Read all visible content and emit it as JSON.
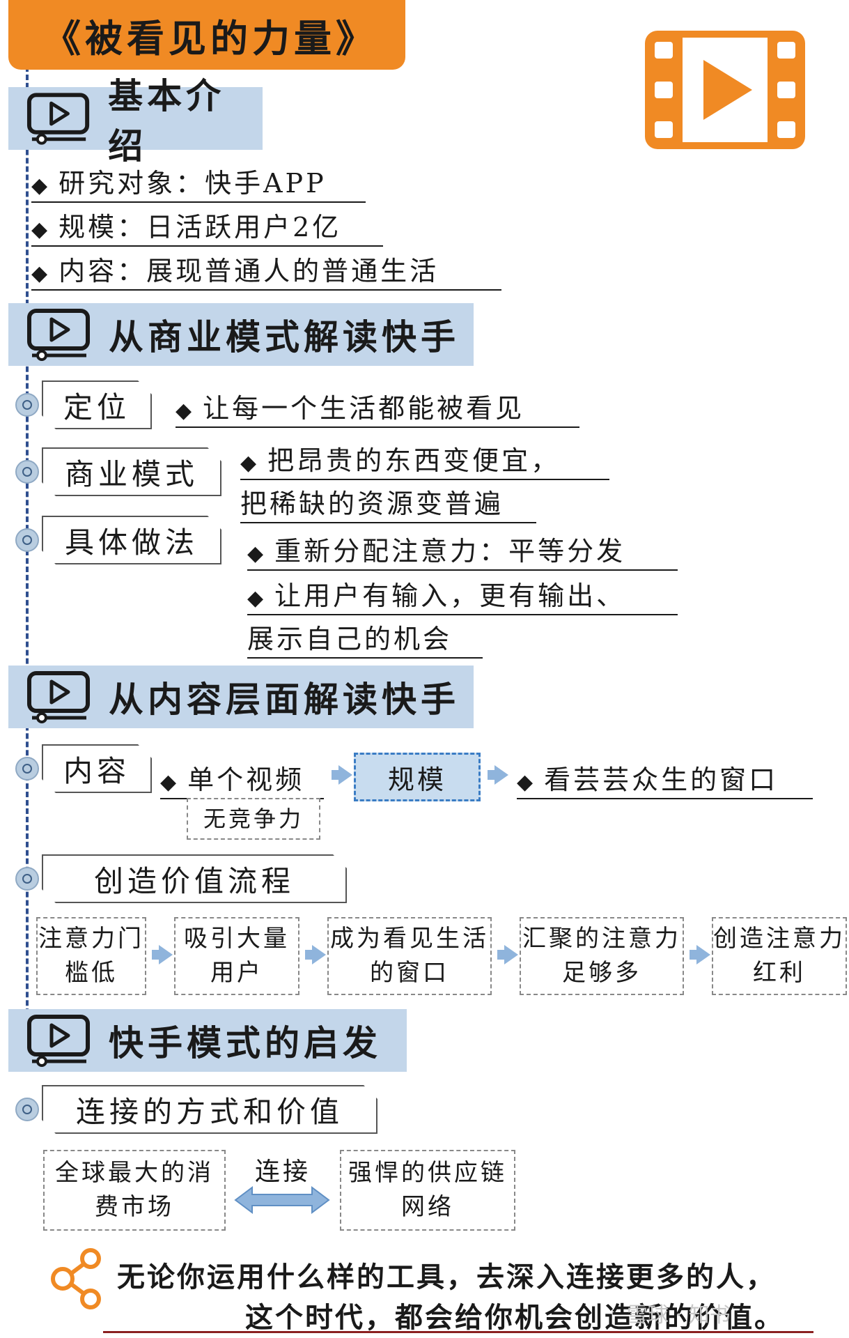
{
  "title": "《被看见的力量》",
  "colors": {
    "accent": "#f08a24",
    "section_bg": "#c3d6ea",
    "arrow": "#8fb4dc",
    "highlight_box": "#c8dcef"
  },
  "sections": {
    "intro": {
      "header": "基本介绍",
      "bullets": [
        "研究对象：快手APP",
        "规模：日活跃用户2亿",
        "内容：展现普通人的普通生活"
      ]
    },
    "business": {
      "header": "从商业模式解读快手",
      "positioning": {
        "label": "定位",
        "text": "让每一个生活都能被看见"
      },
      "model": {
        "label": "商业模式",
        "line1": "把昂贵的东西变便宜，",
        "line2": "把稀缺的资源变普遍"
      },
      "practice": {
        "label": "具体做法",
        "bullet1": "重新分配注意力：平等分发",
        "bullet2_line1": "让用户有输入，更有输出、",
        "bullet2_line2": "展示自己的机会"
      }
    },
    "content": {
      "header": "从内容层面解读快手",
      "label": "内容",
      "single_video": "单个视频",
      "no_competition": "无竞争力",
      "scale": "规模",
      "window": "看芸芸众生的窗口",
      "value_label": "创造价值流程",
      "flow": [
        "注意力门槛低",
        "吸引大量用户",
        "成为看见生活的窗口",
        "汇聚的注意力足够多",
        "创造注意力红利"
      ]
    },
    "inspiration": {
      "header": "快手模式的启发",
      "label": "连接的方式和价值",
      "left_box": "全球最大的消费市场",
      "connect": "连接",
      "right_box": "强悍的供应链网络"
    }
  },
  "quote": {
    "line1": "无论你运用什么样的工具，去深入连接更多的人，",
    "line2": "这个时代，都会给你机会创造新的价值。"
  },
  "watermark": "雪球 · 知书"
}
